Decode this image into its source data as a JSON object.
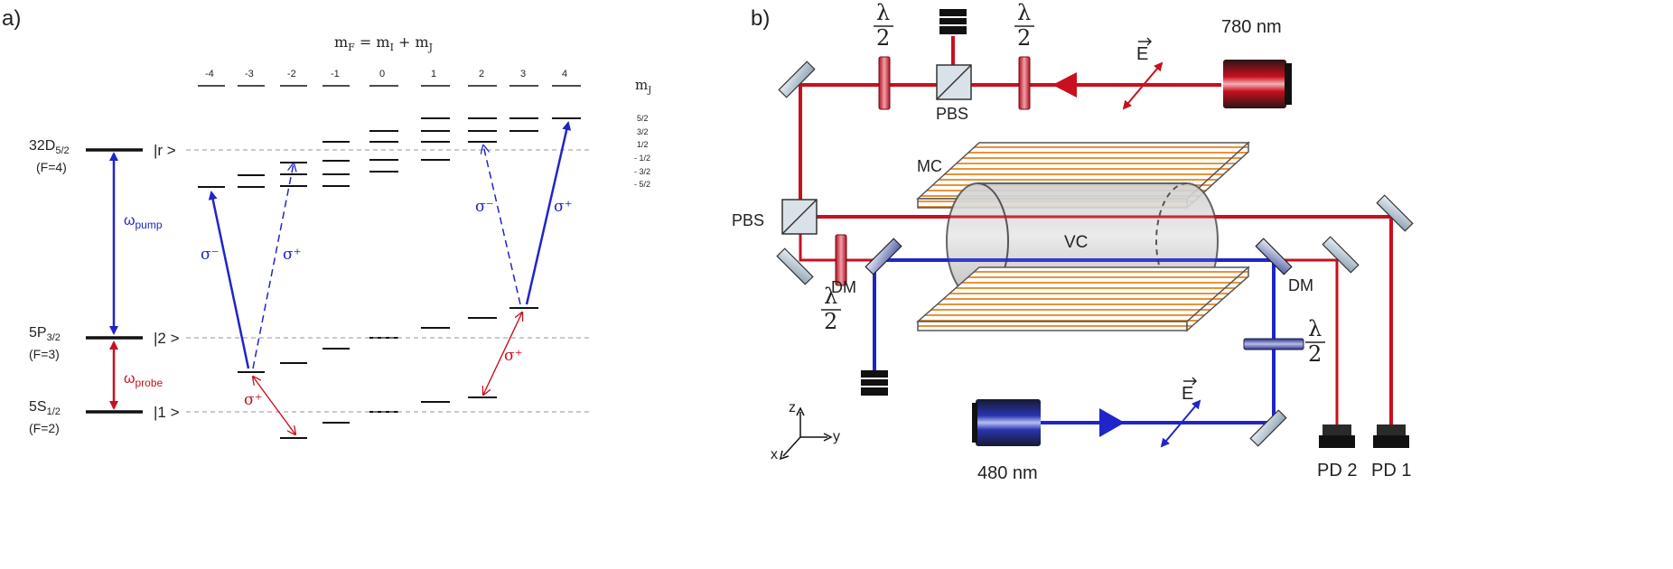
{
  "panel_a": {
    "label": "a)",
    "header": "mF = mI + mJ",
    "header_parts": {
      "mF": "m",
      "F": "F",
      "eq": " = m",
      "I": "I",
      "plus": " + m",
      "J": "J"
    },
    "mf_values": [
      "-4",
      "-3",
      "-2",
      "-1",
      "0",
      "1",
      "2",
      "3",
      "4"
    ],
    "mj_title": "m",
    "mj_sub": "J",
    "mj_values": [
      "5/2",
      "3/2",
      "1/2",
      "- 1/2",
      "- 3/2",
      "- 5/2"
    ],
    "levels": [
      {
        "name": "32D",
        "sub": "5/2",
        "f": "(F=4)",
        "ket": "|r >"
      },
      {
        "name": "5P",
        "sub": "3/2",
        "f": "(F=3)",
        "ket": "|2 >"
      },
      {
        "name": "5S",
        "sub": "1/2",
        "f": "(F=2)",
        "ket": "|1 >"
      }
    ],
    "omega_pump": {
      "sym": "ω",
      "sub": "pump"
    },
    "omega_probe": {
      "sym": "ω",
      "sub": "probe"
    },
    "sigma_minus": "σ⁻",
    "sigma_plus": "σ⁺"
  },
  "panel_b": {
    "label": "b)",
    "laser_780": "780 nm",
    "laser_480": "480 nm",
    "lambda": "λ",
    "two": "2",
    "pbs": "PBS",
    "mc": "MC",
    "vc": "VC",
    "dm": "DM",
    "pd1": "PD 1",
    "pd2": "PD 2",
    "efield": "E",
    "axis_z": "z",
    "axis_y": "y",
    "axis_x": "x"
  },
  "colors": {
    "red": "#c8101e",
    "blue": "#1f25c8",
    "orange": "#e8923a"
  }
}
